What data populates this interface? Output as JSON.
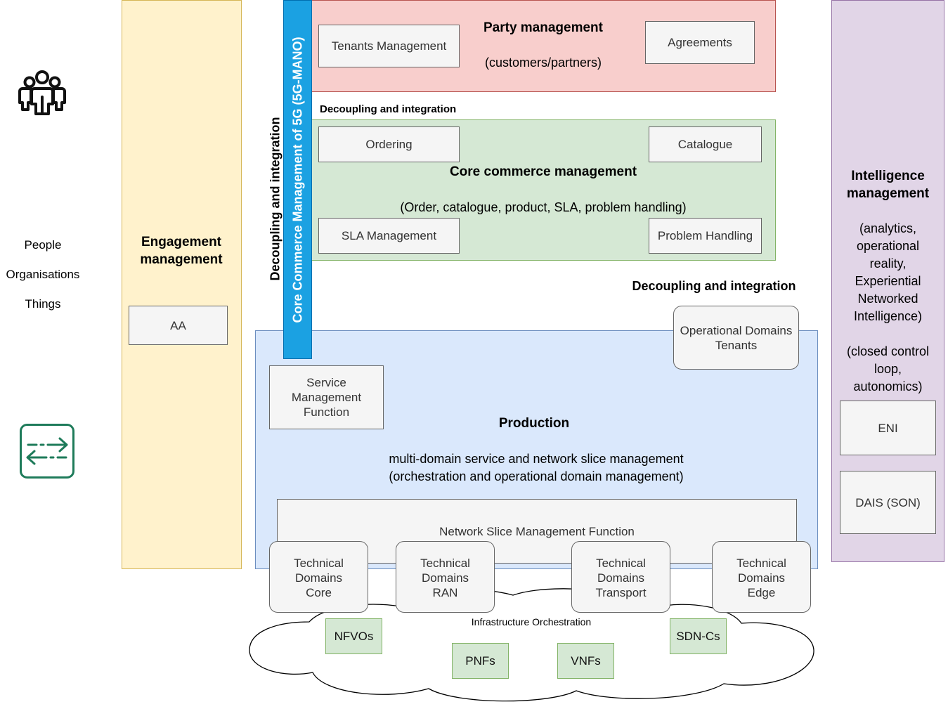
{
  "actors": {
    "lines": [
      "People",
      "Organisations",
      "Things"
    ],
    "people_icon": "people-group-icon",
    "exchange_icon": "exchange-arrows-icon",
    "exchange_color": "#1e7b5a"
  },
  "engagement": {
    "title": "Engagement management",
    "aa": "AA",
    "color": "#fff2cc"
  },
  "vertical_bar": {
    "title": "Core Commerce Management of 5G (5G-MANO)",
    "color": "#1ba1e2"
  },
  "decoupling": {
    "vertical": "Decoupling and integration",
    "top": "Decoupling and integration",
    "right": "Decoupling and integration"
  },
  "party": {
    "title": "Party management",
    "subtitle": "(customers/partners)",
    "tenants": "Tenants Management",
    "agreements": "Agreements",
    "color": "#f8cecc"
  },
  "core_commerce": {
    "title": "Core commerce management",
    "subtitle": "(Order, catalogue, product, SLA, problem handling)",
    "ordering": "Ordering",
    "catalogue": "Catalogue",
    "sla": "SLA Management",
    "problem": "Problem Handling",
    "color": "#d5e8d4"
  },
  "production": {
    "title": "Production",
    "line1": "multi-domain service and network slice management",
    "line2": "(orchestration and operational domain management)",
    "smf_lines": [
      "Service",
      "Management",
      "Function"
    ],
    "op_domains_lines": [
      "Operational Domains",
      "Tenants"
    ],
    "nsmf": "Network Slice Management Function",
    "color": "#dae8fc"
  },
  "technical_domains": [
    [
      "Technical",
      "Domains",
      "Core"
    ],
    [
      "Technical",
      "Domains",
      "RAN"
    ],
    [
      "Technical",
      "Domains",
      "Transport"
    ],
    [
      "Technical",
      "Domains",
      "Edge"
    ]
  ],
  "infrastructure": {
    "title": "Infrastructure Orchestration",
    "nfvos": "NFVOs",
    "pnfs": "PNFs",
    "vnfs": "VNFs",
    "sdncs": "SDN-Cs"
  },
  "intelligence": {
    "title_lines": [
      "Intelligence",
      "management"
    ],
    "desc_lines": [
      "(analytics,",
      "operational",
      "reality,",
      "Experiential",
      "Networked",
      "Intelligence)"
    ],
    "loop_lines": [
      "(closed control",
      "loop,",
      "autonomics)"
    ],
    "eni": "ENI",
    "dais": "DAIS (SON)",
    "color": "#e1d5e7"
  }
}
